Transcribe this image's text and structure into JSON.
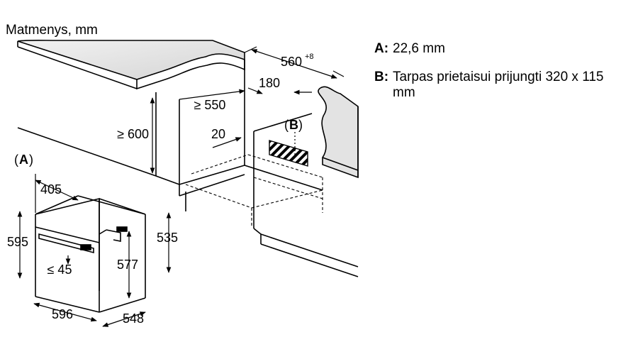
{
  "title": "Matmenys, mm",
  "legend": [
    {
      "key": "A:",
      "text": "22,6 mm"
    },
    {
      "key": "B:",
      "text": "Tarpas prietaisui prijungti 320 x 115 mm"
    }
  ],
  "callouts": {
    "a": "A",
    "b": "B"
  },
  "dimensions": {
    "cabinet_width": "560",
    "cabinet_width_tolerance": "+8",
    "depth_min": "≥ 550",
    "rear_gap": "180",
    "height_min": "≥ 600",
    "front_gap": "20",
    "oven_panel_width": "405",
    "oven_height": "595",
    "oven_width": "596",
    "oven_depth": "548",
    "body_height": "535",
    "inner_height": "577",
    "door_angle": "≤ 45"
  }
}
